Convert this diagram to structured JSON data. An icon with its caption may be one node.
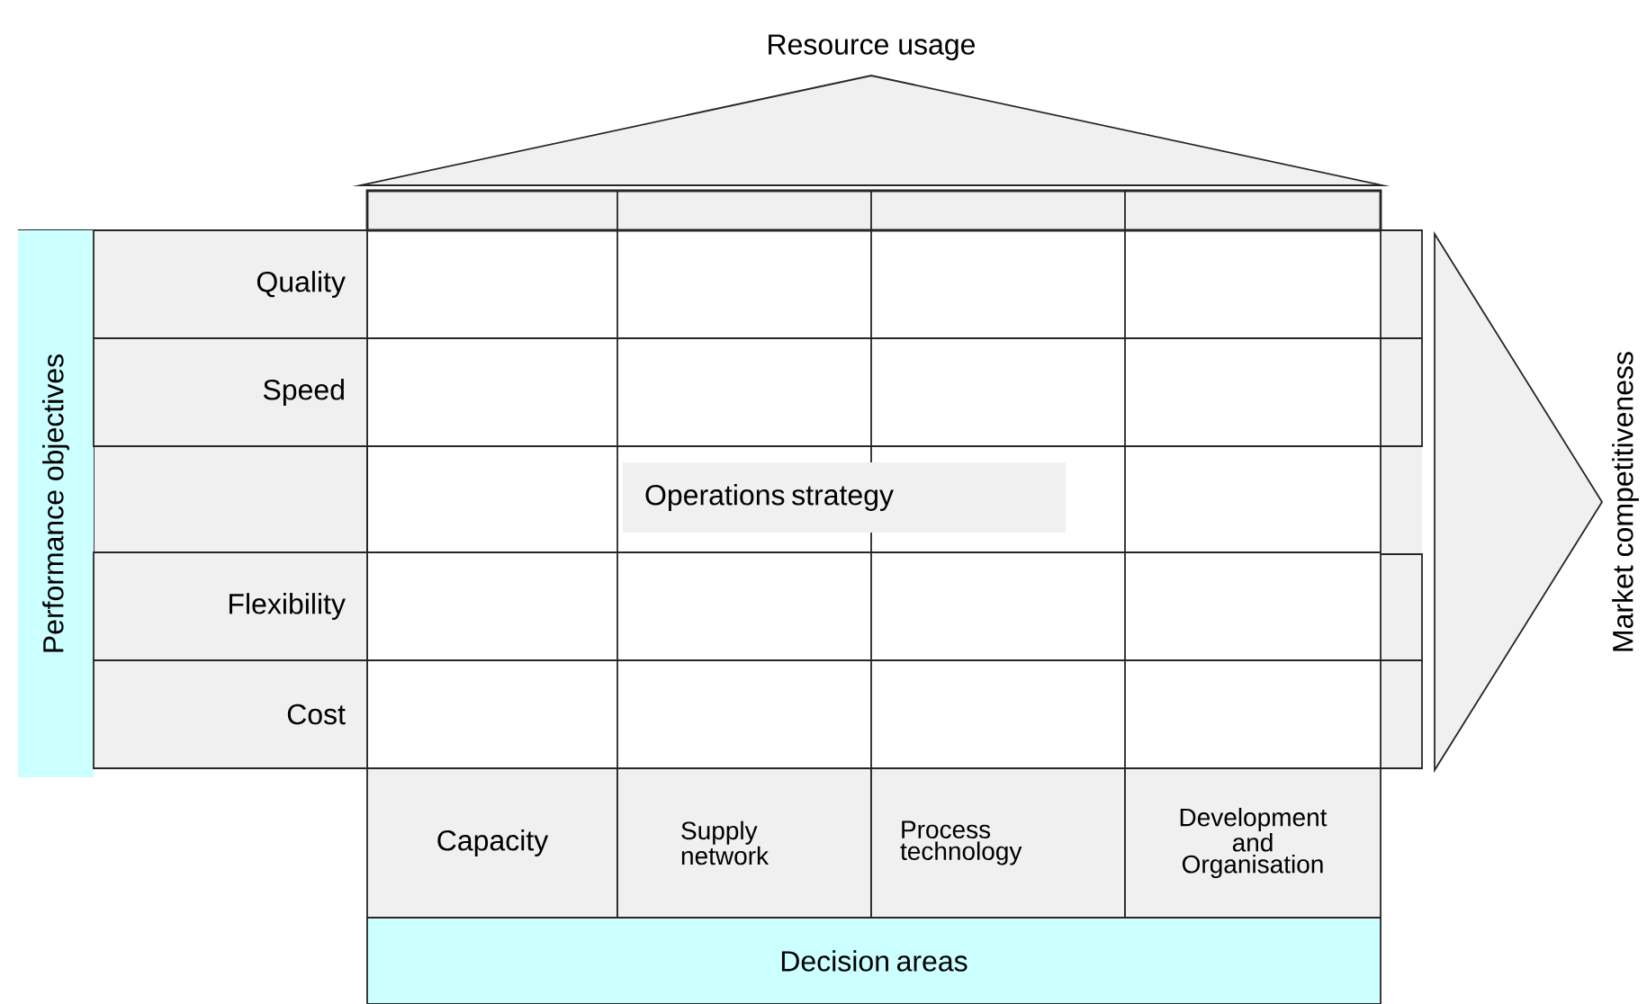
{
  "diagram": {
    "nodes": [
      {
        "text": [
          "Resource usage"
        ]
      },
      {
        "text": [
          "Performance objectives"
        ]
      },
      {
        "text": [
          "Quality"
        ]
      },
      {
        "text": [
          "Speed"
        ]
      },
      {
        "text": [
          "Flexibility"
        ]
      },
      {
        "text": [
          "Cost"
        ]
      },
      {
        "text": [
          "Operations strategy"
        ]
      },
      {
        "text": [
          "Market competitiveness"
        ]
      },
      {
        "text": [
          "Capacity"
        ]
      },
      {
        "text": [
          "Supply network"
        ]
      },
      {
        "text": [
          "Process technology"
        ]
      },
      {
        "text": [
          "Development and Organisation"
        ]
      },
      {
        "text": [
          "Decision areas"
        ]
      }
    ]
  }
}
